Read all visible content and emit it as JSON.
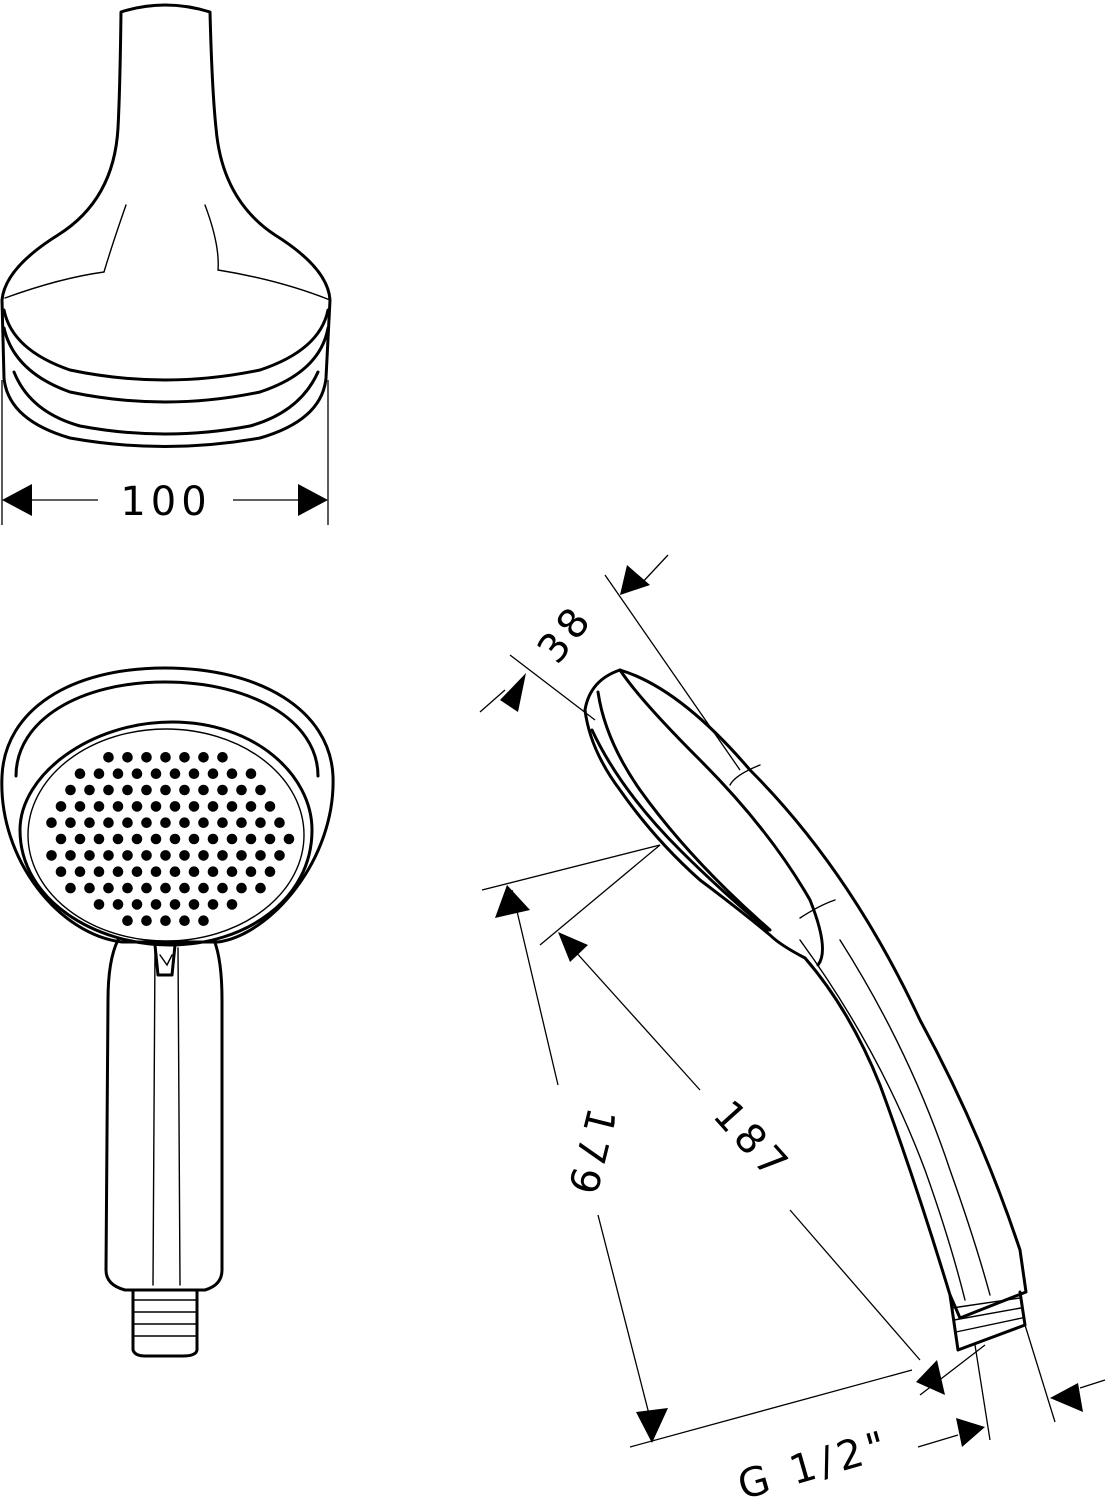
{
  "dimensions": {
    "head_diameter": "100",
    "head_thickness": "38",
    "length_179": "179",
    "length_187": "187",
    "thread": "G 1/2\""
  }
}
